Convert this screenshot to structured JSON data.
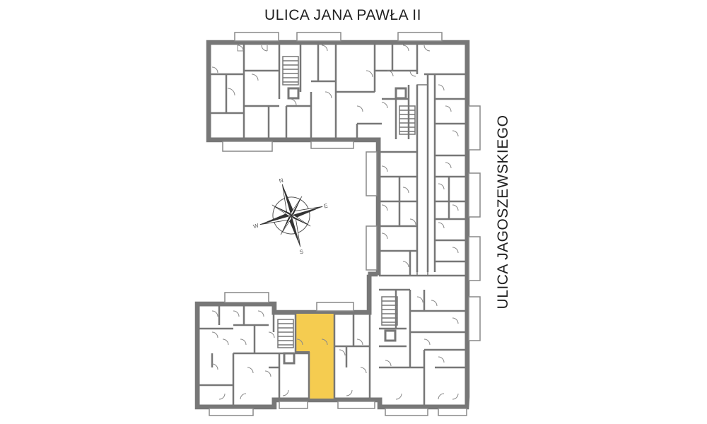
{
  "streets": {
    "top": "ULICA  JANA PAWŁA II",
    "right": "ULICA  JAGOSZEWSKIEGO"
  },
  "compass": {
    "north": "N",
    "east": "E",
    "south": "S",
    "west": "W"
  },
  "colors": {
    "wall": "#777777",
    "highlight": "#f5cc50",
    "background": "#ffffff"
  },
  "highlighted_unit": "highlighted-apartment"
}
